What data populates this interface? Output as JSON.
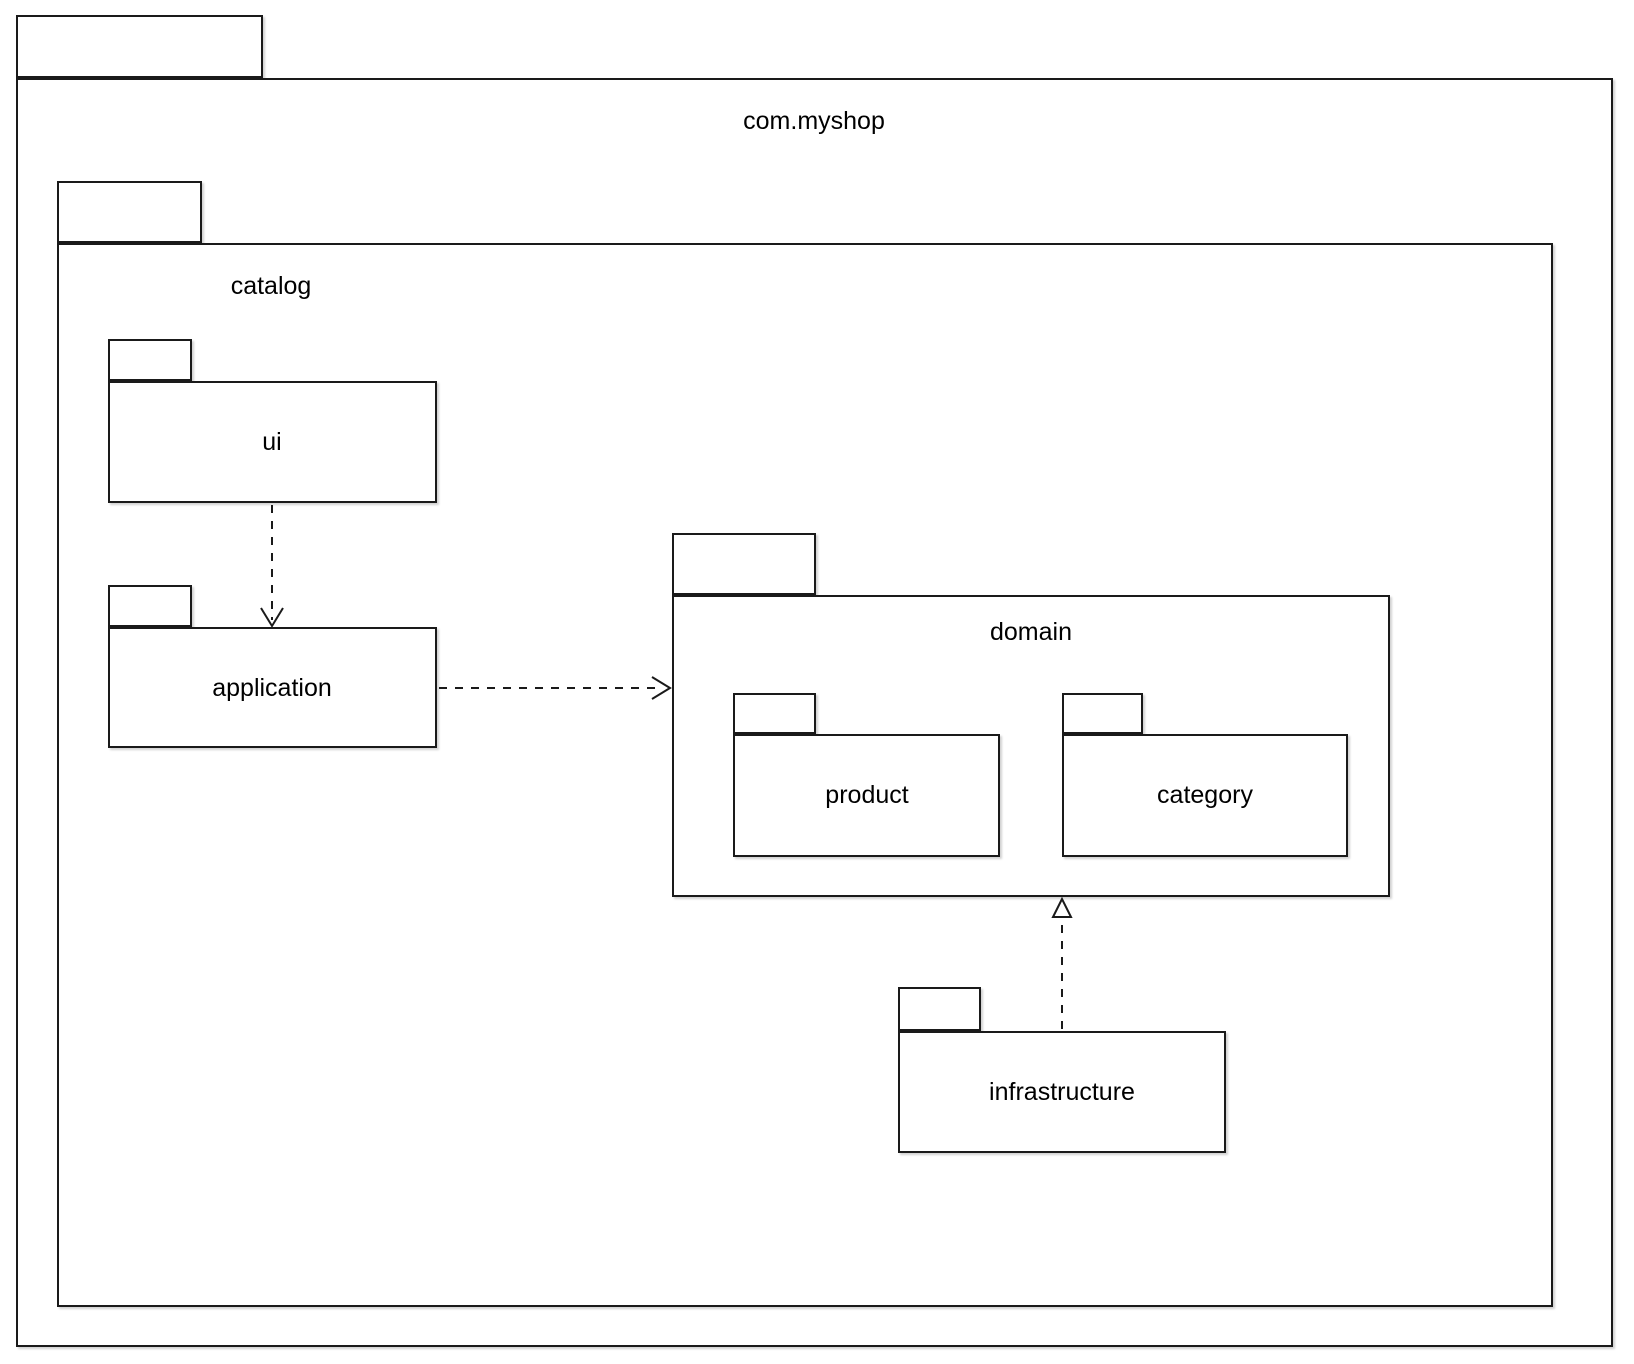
{
  "diagram": {
    "packages": {
      "root": {
        "label": "com.myshop"
      },
      "catalog": {
        "label": "catalog"
      },
      "ui": {
        "label": "ui"
      },
      "application": {
        "label": "application"
      },
      "domain": {
        "label": "domain"
      },
      "product": {
        "label": "product"
      },
      "category": {
        "label": "category"
      },
      "infrastructure": {
        "label": "infrastructure"
      }
    },
    "relations": [
      {
        "from": "ui",
        "to": "application",
        "type": "dependency",
        "line": "dashed",
        "arrowhead": "open"
      },
      {
        "from": "application",
        "to": "domain",
        "type": "dependency",
        "line": "dashed",
        "arrowhead": "open"
      },
      {
        "from": "infrastructure",
        "to": "domain",
        "type": "realization",
        "line": "dashed",
        "arrowhead": "hollow-triangle"
      }
    ],
    "colors": {
      "stroke": "#1a1a1a",
      "fill": "#ffffff",
      "background": "#ffffff",
      "text": "#000000"
    }
  }
}
